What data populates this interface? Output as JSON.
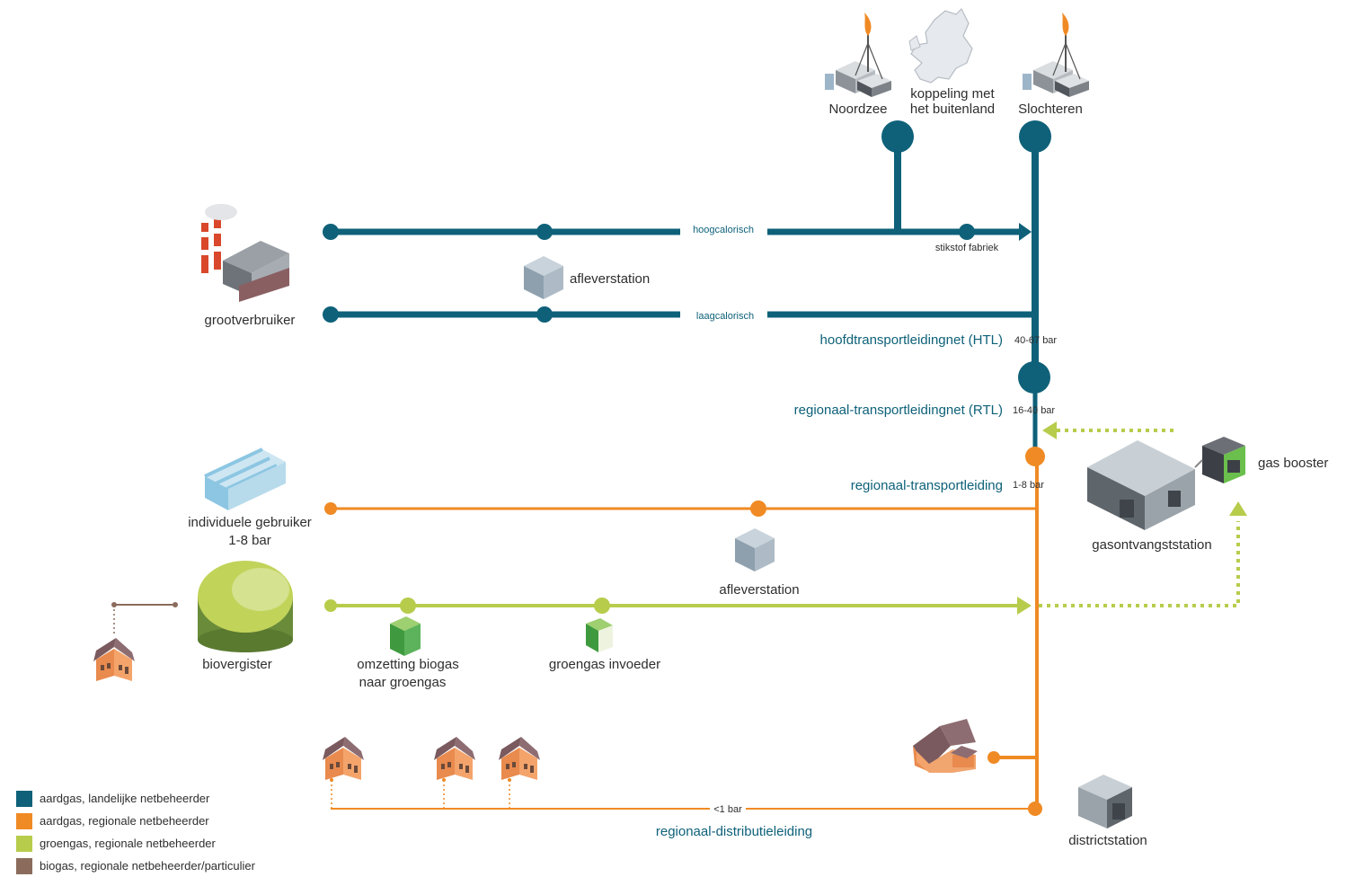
{
  "colors": {
    "national": "#0e6179",
    "regional": "#f08a24",
    "green": "#b8cc4c",
    "biogas": "#8b6c5c"
  },
  "sources": {
    "noordzee": "Noordzee",
    "abroad_line1": "koppeling met",
    "abroad_line2": "het buitenland",
    "slochteren": "Slochteren"
  },
  "htl_lines": {
    "high": "hoogcalorisch",
    "low": "laagcalorisch",
    "nitrogen": "stikstof fabriek"
  },
  "nodes": {
    "large_consumer": "grootverbruiker",
    "delivery_top": "afleverstation",
    "individual_user_line1": "individuele gebruiker",
    "individual_user_line2": "1-8 bar",
    "delivery_mid": "afleverstation",
    "digester": "biovergister",
    "conversion_line1": "omzetting biogas",
    "conversion_line2": "naar groengas",
    "green_feeder": "groengas invoeder",
    "gas_booster": "gas booster",
    "receiving_station": "gasontvangststation",
    "district_station": "districtstation"
  },
  "networks": {
    "htl": "hoofdtransportleidingnet (HTL)",
    "htl_pressure": "40-67 bar",
    "rtl": "regionaal-transportleidingnet (RTL)",
    "rtl_pressure": "16-40 bar",
    "rtp": "regionaal-transportleiding",
    "rtp_pressure": "1-8 bar",
    "distribution": "regionaal-distributieleiding",
    "distribution_pressure": "<1 bar"
  },
  "legend": [
    {
      "color": "#0e6179",
      "label": "aardgas, landelijke netbeheerder"
    },
    {
      "color": "#f08a24",
      "label": "aardgas, regionale netbeheerder"
    },
    {
      "color": "#b8cc4c",
      "label": "groengas, regionale netbeheerder"
    },
    {
      "color": "#8b6c5c",
      "label": "biogas, regionale netbeheerder/particulier"
    }
  ]
}
